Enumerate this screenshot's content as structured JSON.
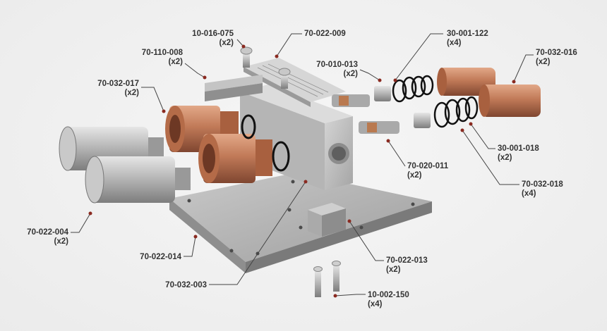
{
  "labels": {
    "screw_top": {
      "part": "10-016-075",
      "qty": "(x2)"
    },
    "manifold_plate": {
      "part": "70-022-009"
    },
    "oring_small": {
      "part": "30-001-122",
      "qty": "(x4)"
    },
    "clamp_bar": {
      "part": "70-110-008",
      "qty": "(x2)"
    },
    "sleeve": {
      "part": "70-010-013",
      "qty": "(x2)"
    },
    "copper_right": {
      "part": "70-032-016",
      "qty": "(x2)"
    },
    "copper_left": {
      "part": "70-032-017",
      "qty": "(x2)"
    },
    "oring_large": {
      "part": "30-001-018",
      "qty": "(x2)"
    },
    "valve": {
      "part": "70-020-011",
      "qty": "(x2)"
    },
    "ring_set": {
      "part": "70-032-018",
      "qty": "(x4)"
    },
    "coupling": {
      "part": "70-022-004",
      "qty": "(x2)"
    },
    "base_plate": {
      "part": "70-022-014"
    },
    "block_small": {
      "part": "70-022-013",
      "qty": "(x2)"
    },
    "manifold_body": {
      "part": "70-032-003"
    },
    "screw_bottom": {
      "part": "10-002-150",
      "qty": "(x4)"
    }
  },
  "colors": {
    "leader": "#444444",
    "dot": "#8a2a20",
    "copper": "#c07a58",
    "steel": "#b9b9b9",
    "oring": "#111111"
  }
}
